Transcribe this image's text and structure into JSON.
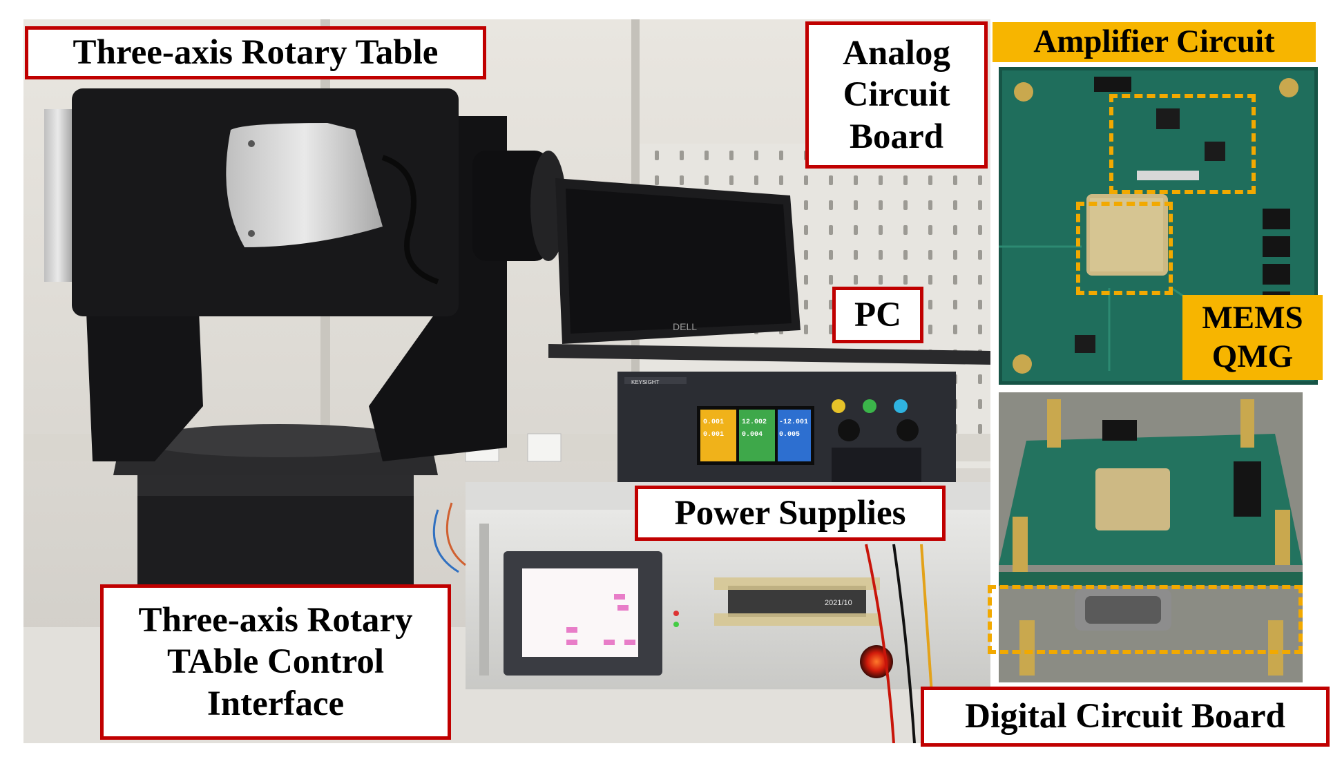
{
  "labels": {
    "rotary_table": "Three-axis Rotary Table",
    "analog_board": "Analog\nCircuit\nBoard",
    "amplifier": "Amplifier Circuit",
    "pc": "PC",
    "mems": "MEMS\nQMG",
    "power": "Power Supplies",
    "control": "Three-axis Rotary\nTAble Control\nInterface",
    "digital_board": "Digital Circuit Board"
  },
  "device_text": {
    "laptop_brand": "DELL",
    "psu_brand": "KEYSIGHT",
    "psu_readings": [
      "0.001",
      "0.001",
      "12.002",
      "0.004",
      "-12.001",
      "0.005"
    ],
    "controller_date": "2021/10"
  },
  "colors": {
    "label_border": "#c00000",
    "highlight": "#f7b500",
    "pcb_green": "#1f6e5c"
  }
}
